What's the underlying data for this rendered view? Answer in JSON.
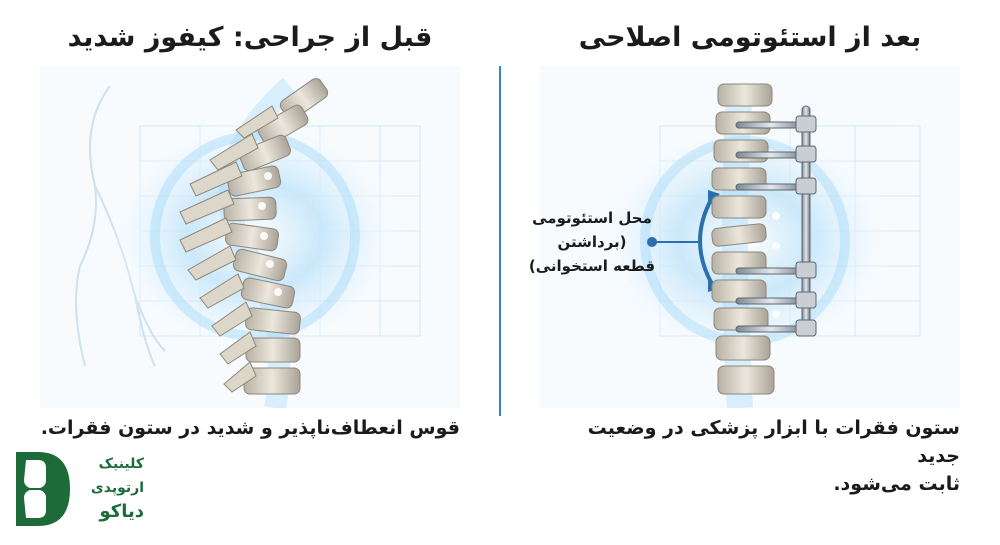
{
  "before": {
    "heading": "قبل از جراحی: کیفوز شدید",
    "caption": "قوس انعطاف‌ناپذیر و شدید در ستون فقرات."
  },
  "after": {
    "heading": "بعد از استئوتومی اصلاحی",
    "caption_line1": "ستون فقرات با ابزار پزشکی در وضعیت جدید",
    "caption_line2": "ثابت می‌شود.",
    "callout_line1": "محل استئوتومی",
    "callout_line2": "(برداشتن",
    "callout_line3": "قطعه استخوانی)"
  },
  "logo": {
    "line1": "کلینیک",
    "line2": "ارتوپدی",
    "line3": "دیاکو",
    "icon": "spine-joint-icon"
  },
  "colors": {
    "accent_blue": "#3a86c4",
    "glow_blue": "#7fc7f2",
    "bone": "#e7e1d4",
    "logo_green": "#1e6b3a"
  }
}
